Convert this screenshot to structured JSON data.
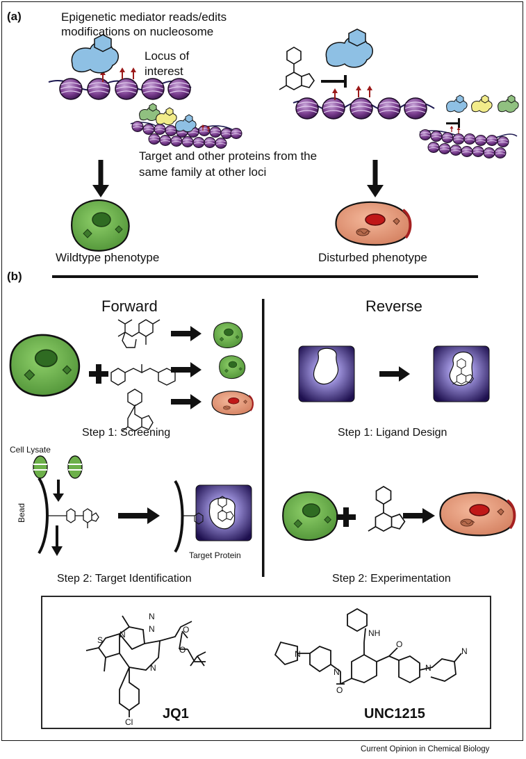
{
  "panel_a": {
    "label": "(a)",
    "mediator_caption": "Epigenetic mediator reads/edits modifications on nucleosome",
    "mediator_caption_line1": "Epigenetic mediator reads/edits",
    "mediator_caption_line2": "modifications on nucleosome",
    "locus_line1": "Locus of",
    "locus_line2": "interest",
    "family_line1": "Target and other proteins from the",
    "family_line2": "same family at other loci",
    "wildtype": "Wildtype phenotype",
    "disturbed": "Disturbed phenotype"
  },
  "panel_b": {
    "label": "(b)",
    "forward_title": "Forward",
    "reverse_title": "Reverse",
    "forward_step1": "Step 1: Screening",
    "forward_step2": "Step 2: Target Identification",
    "reverse_step1": "Step 1: Ligand Design",
    "reverse_step2": "Step 2: Experimentation",
    "cell_lysate": "Cell Lysate",
    "bead": "Bead",
    "target_protein": "Target Protein"
  },
  "molecules": {
    "jq1": "JQ1",
    "unc1215": "UNC1215",
    "atoms": {
      "N": "N",
      "S": "S",
      "O": "O",
      "Cl": "Cl",
      "NH": "NH"
    }
  },
  "credit": "Current Opinion in Chemical Biology",
  "colors": {
    "nucleosome": "#7a3d8f",
    "protein_blue": "#8ec0e4",
    "protein_yellow": "#f2ec8a",
    "protein_green": "#90c080",
    "cell_green": "#6db04a",
    "cell_disturbed": "#e09a7a",
    "mark_red": "#9b1a1a",
    "pocket_dark": "#2a1a6a"
  }
}
